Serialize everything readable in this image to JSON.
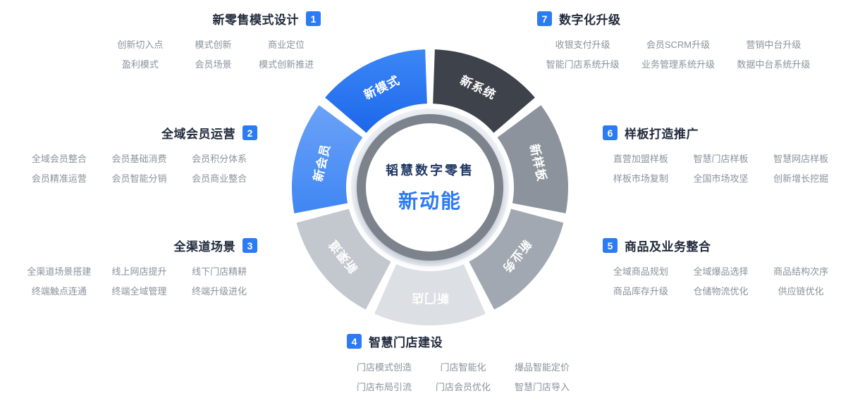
{
  "center": {
    "title": "韬慧数字零售",
    "subtitle": "新动能"
  },
  "wheel": {
    "segments": [
      {
        "label": "新系统",
        "color": "#3e434b",
        "text_color": "#ffffff"
      },
      {
        "label": "新样板",
        "color": "#8d939c",
        "text_color": "#ffffff"
      },
      {
        "label": "新业务",
        "color": "#a2a8b1",
        "text_color": "#ffffff"
      },
      {
        "label": "新门店",
        "color": "#dcdfe4",
        "text_color": "#ffffff"
      },
      {
        "label": "新渠道",
        "color": "#c3c8cf",
        "text_color": "#ffffff"
      },
      {
        "label": "新会员",
        "color": "#5391f5",
        "gradient": [
          "#6ba2f8",
          "#3f86f2"
        ],
        "text_color": "#ffffff"
      },
      {
        "label": "新模式",
        "color": "#2271f0",
        "gradient": [
          "#3b87f6",
          "#1d67ea"
        ],
        "text_color": "#ffffff"
      }
    ],
    "ring_color": "#7d838c",
    "halo_color": "#edf1f6",
    "inner_color": "#ffffff"
  },
  "sections": [
    {
      "num": "1",
      "title": "新零售模式设计",
      "items": [
        "创新切入点",
        "模式创新",
        "商业定位",
        "盈利模式",
        "会员场景",
        "模式创新推进"
      ]
    },
    {
      "num": "2",
      "title": "全域会员运营",
      "items": [
        "全域会员整合",
        "会员基础消费",
        "会员积分体系",
        "会员精准运营",
        "会员智能分销",
        "会员商业整合"
      ]
    },
    {
      "num": "3",
      "title": "全渠道场景",
      "items": [
        "全渠道场景搭建",
        "线上网店提升",
        "线下门店精耕",
        "终端触点连通",
        "终端全域管理",
        "终端升级进化"
      ]
    },
    {
      "num": "4",
      "title": "智慧门店建设",
      "items": [
        "门店模式创造",
        "门店智能化",
        "爆品智能定价",
        "门店布局引流",
        "门店会员优化",
        "智慧门店导入"
      ]
    },
    {
      "num": "5",
      "title": "商品及业务整合",
      "items": [
        "全域商品规划",
        "全域爆品选择",
        "商品结构次序",
        "商品库存升级",
        "仓储物流优化",
        "供应链优化"
      ]
    },
    {
      "num": "6",
      "title": "样板打造推广",
      "items": [
        "直营加盟样板",
        "智慧门店样板",
        "智慧网店样板",
        "样板市场复制",
        "全国市场攻坚",
        "创新增长挖掘"
      ]
    },
    {
      "num": "7",
      "title": "数字化升级",
      "items": [
        "收银支付升级",
        "会员SCRM升级",
        "营销中台升级",
        "智能门店系统升级",
        "业务管理系统升级",
        "数据中台系统升级"
      ]
    }
  ],
  "colors": {
    "badge_blue": "#2b7bf3",
    "title_text": "#222b3c",
    "item_text": "#8b919c",
    "center_title": "#1f3864",
    "center_subtitle": "#2b7bf3"
  }
}
